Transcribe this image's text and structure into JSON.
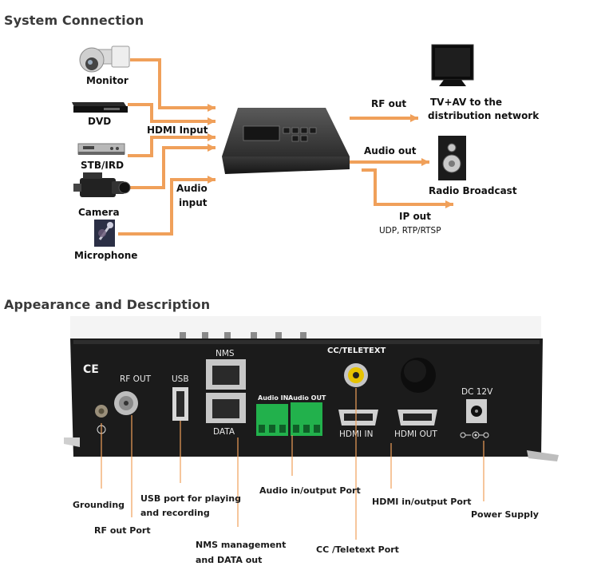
{
  "section1": {
    "title": "System Connection"
  },
  "section2": {
    "title": "Appearance and Description"
  },
  "sources": {
    "monitor": "Monitor",
    "dvd": "DVD",
    "stb": "STB/IRD",
    "camera": "Camera",
    "microphone": "Microphone"
  },
  "inputs": {
    "hdmi": "HDMI Input",
    "audio_line1": "Audio",
    "audio_line2": "input"
  },
  "outputs": {
    "rf": "RF out",
    "rf_dest_line1": "TV+AV to the",
    "rf_dest_line2": "distribution network",
    "audio": "Audio out",
    "audio_dest": "Radio Broadcast",
    "ip": "IP out",
    "ip_protocols": "UDP, RTP/RTSP"
  },
  "panel": {
    "ce": "CE",
    "rf_out": "RF OUT",
    "usb": "USB",
    "nms": "NMS",
    "data": "DATA",
    "audio_in": "Audio IN",
    "audio_out": "Audio OUT",
    "cc": "CC/TELETEXT",
    "hdmi_in": "HDMI IN",
    "hdmi_out": "HDMI OUT",
    "dc": "DC 12V"
  },
  "callouts": {
    "grounding": "Grounding",
    "rf_out_port": "RF out Port",
    "usb_line1": "USB port for playing",
    "usb_line2": "and recording",
    "nms_line1": "NMS management",
    "nms_line2": "and DATA out",
    "audio_port": "Audio in/output Port",
    "cc_port": "CC /Teletext Port",
    "hdmi_port": "HDMI in/output Port",
    "power": "Power Supply"
  },
  "colors": {
    "arrow": "#f0a05a",
    "panel": "#1c1c1c",
    "connector_green": "#22b14c",
    "heading": "#3a3a3a"
  }
}
